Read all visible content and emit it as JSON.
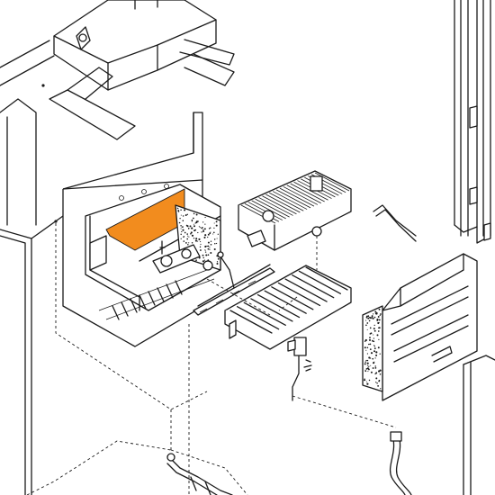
{
  "diagram": {
    "style": "exploded-view line drawing",
    "highlight_color": "#f28c1e",
    "line_color": "#1a1a1a",
    "background": "#ffffff",
    "parts": [
      {
        "id": "flue-hood",
        "icon": "flue-hood-icon"
      },
      {
        "id": "boiler-casing",
        "icon": "casing-icon"
      },
      {
        "id": "combustion-chamber",
        "icon": "chamber-icon"
      },
      {
        "id": "rear-insulation-panel",
        "icon": "insulation-panel-icon",
        "highlighted": true
      },
      {
        "id": "side-insulation-panel",
        "icon": "insulation-panel-icon"
      },
      {
        "id": "heat-exchanger",
        "icon": "heat-exchanger-icon"
      },
      {
        "id": "burner-assembly",
        "icon": "burner-icon"
      },
      {
        "id": "gas-manifold",
        "icon": "manifold-icon"
      },
      {
        "id": "electrode-assembly",
        "icon": "electrode-icon"
      },
      {
        "id": "front-chamber-cover",
        "icon": "cover-panel-icon"
      },
      {
        "id": "connecting-pipe",
        "icon": "pipe-icon"
      },
      {
        "id": "gas-supply-pipe",
        "icon": "pipe-icon"
      },
      {
        "id": "flexible-hose",
        "icon": "hose-icon"
      },
      {
        "id": "side-frame-rail",
        "icon": "rail-icon"
      }
    ]
  }
}
